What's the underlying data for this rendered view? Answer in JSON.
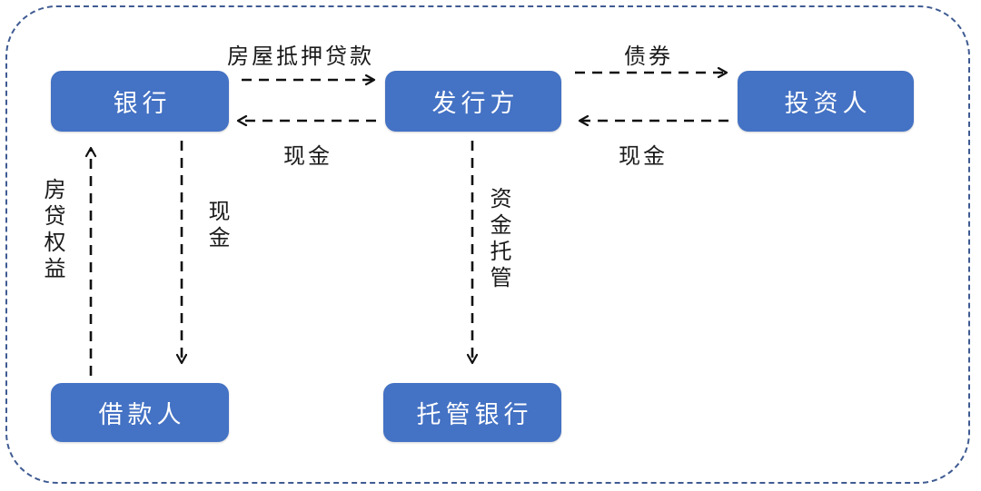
{
  "diagram": {
    "title_present": false,
    "colors": {
      "node_fill": "#4472C4",
      "node_text": "#FFFFFF",
      "frame_border": "#3F5B92",
      "connector": "#111111"
    },
    "nodes": [
      {
        "id": "bank",
        "label": "银行"
      },
      {
        "id": "issuer",
        "label": "发行方"
      },
      {
        "id": "investor",
        "label": "投资人"
      },
      {
        "id": "borrower",
        "label": "借款人"
      },
      {
        "id": "custodian",
        "label": "托管银行"
      }
    ],
    "edges": [
      {
        "id": "bank-to-issuer",
        "label": "房屋抵押贷款",
        "from": "bank",
        "to": "issuer",
        "direction": "right",
        "style": "dashed"
      },
      {
        "id": "issuer-to-bank",
        "label": "现金",
        "from": "issuer",
        "to": "bank",
        "direction": "left",
        "style": "dashed"
      },
      {
        "id": "issuer-to-investor",
        "label": "债券",
        "from": "issuer",
        "to": "investor",
        "direction": "right",
        "style": "dashed"
      },
      {
        "id": "investor-to-issuer",
        "label": "现金",
        "from": "investor",
        "to": "issuer",
        "direction": "left",
        "style": "dashed"
      },
      {
        "id": "borrower-to-bank",
        "label": "房贷权益",
        "from": "borrower",
        "to": "bank",
        "direction": "up",
        "style": "dashed"
      },
      {
        "id": "bank-to-borrower",
        "label": "现金",
        "from": "bank",
        "to": "borrower",
        "direction": "down",
        "style": "dashed"
      },
      {
        "id": "issuer-to-custodian",
        "label": "资金托管",
        "from": "issuer",
        "to": "custodian",
        "direction": "down",
        "style": "dashed"
      }
    ]
  }
}
